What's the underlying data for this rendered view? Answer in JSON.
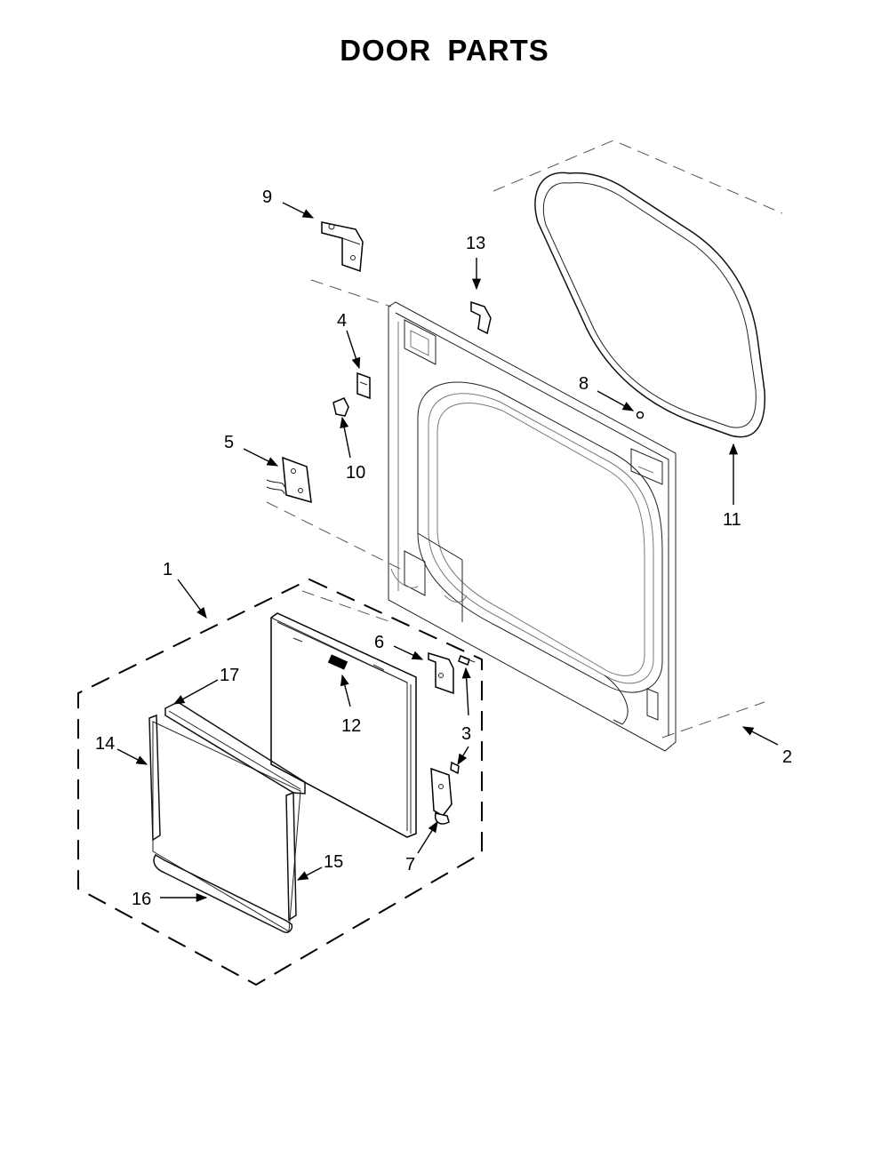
{
  "title": "DOOR PARTS",
  "callouts": {
    "c1": "1",
    "c2": "2",
    "c3": "3",
    "c4": "4",
    "c5": "5",
    "c6": "6",
    "c7": "7",
    "c8": "8",
    "c9": "9",
    "c10": "10",
    "c11": "11",
    "c12": "12",
    "c13": "13",
    "c14": "14",
    "c15": "15",
    "c16": "16",
    "c17": "17"
  }
}
